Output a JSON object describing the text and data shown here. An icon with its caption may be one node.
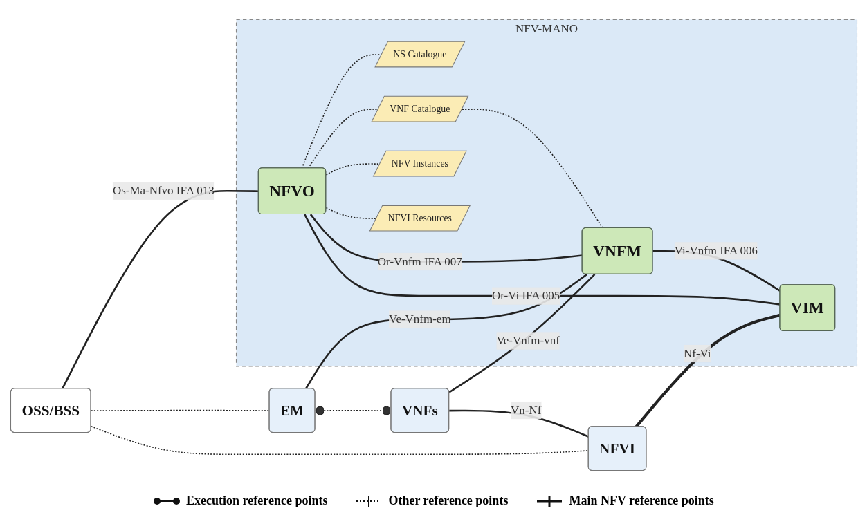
{
  "diagram": {
    "nodes": [
      {
        "text": [
          "NFV-MANO"
        ]
      },
      {
        "text": [
          "OSS/BSS"
        ]
      },
      {
        "text": [
          "NFVO"
        ],
        "in": 0
      },
      {
        "text": [
          "NS Catalogue"
        ],
        "in": 0
      },
      {
        "text": [
          "VNF Catalogue"
        ],
        "in": 0
      },
      {
        "text": [
          "NFV Instances"
        ],
        "in": 0
      },
      {
        "text": [
          "NFVI Resources"
        ],
        "in": 0
      },
      {
        "text": [
          "EM"
        ]
      },
      {
        "text": [
          "VNFM"
        ],
        "in": 0
      },
      {
        "text": [
          "VNFs"
        ]
      },
      {
        "text": [
          "NFVI"
        ]
      },
      {
        "text": [
          "VIM"
        ],
        "in": 0
      }
    ],
    "edges": [
      {
        "from": 1,
        "to": 2,
        "arrow": "none",
        "label": "Os-Ma-Nfvo IFA 013"
      },
      {
        "from": 2,
        "to": 3,
        "arrow": "none",
        "style": "dashed"
      },
      {
        "from": 2,
        "to": 4,
        "arrow": "none",
        "style": "dashed"
      },
      {
        "from": 2,
        "to": 5,
        "arrow": "none",
        "style": "dashed"
      },
      {
        "from": 2,
        "to": 6,
        "arrow": "none",
        "style": "dashed"
      },
      {
        "from": 1,
        "to": 7,
        "arrow": "none",
        "style": "dashed"
      },
      {
        "from": 1,
        "to": 10,
        "arrow": "none",
        "style": "dashed"
      },
      {
        "from": 2,
        "to": 8,
        "arrow": "none",
        "label": "Or-Vnfm IFA 007"
      },
      {
        "from": 4,
        "to": 8,
        "arrow": "none",
        "style": "dashed"
      },
      {
        "from": 7,
        "to": 8,
        "arrow": "none",
        "label": "Ve-Vnfm-em"
      },
      {
        "from": 7,
        "to": 9,
        "arrow": "other",
        "style": "dashed"
      },
      {
        "from": 9,
        "to": 8,
        "arrow": "none",
        "label": "Ve-Vnfm-vnf"
      },
      {
        "from": 9,
        "to": 10,
        "arrow": "none",
        "label": "Vn-Nf"
      },
      {
        "from": 10,
        "to": 11,
        "arrow": "none",
        "label": "Nf-Vi",
        "style": "thick"
      },
      {
        "from": 8,
        "to": 11,
        "arrow": "none",
        "label": "Vi-Vnfm IFA 006"
      },
      {
        "from": 2,
        "to": 11,
        "arrow": "none",
        "label": "Or-Vi IFA 005"
      }
    ],
    "legend": [
      {
        "text": "Execution reference points"
      },
      {
        "text": "Other reference points"
      },
      {
        "text": "Main NFV reference points"
      }
    ]
  }
}
